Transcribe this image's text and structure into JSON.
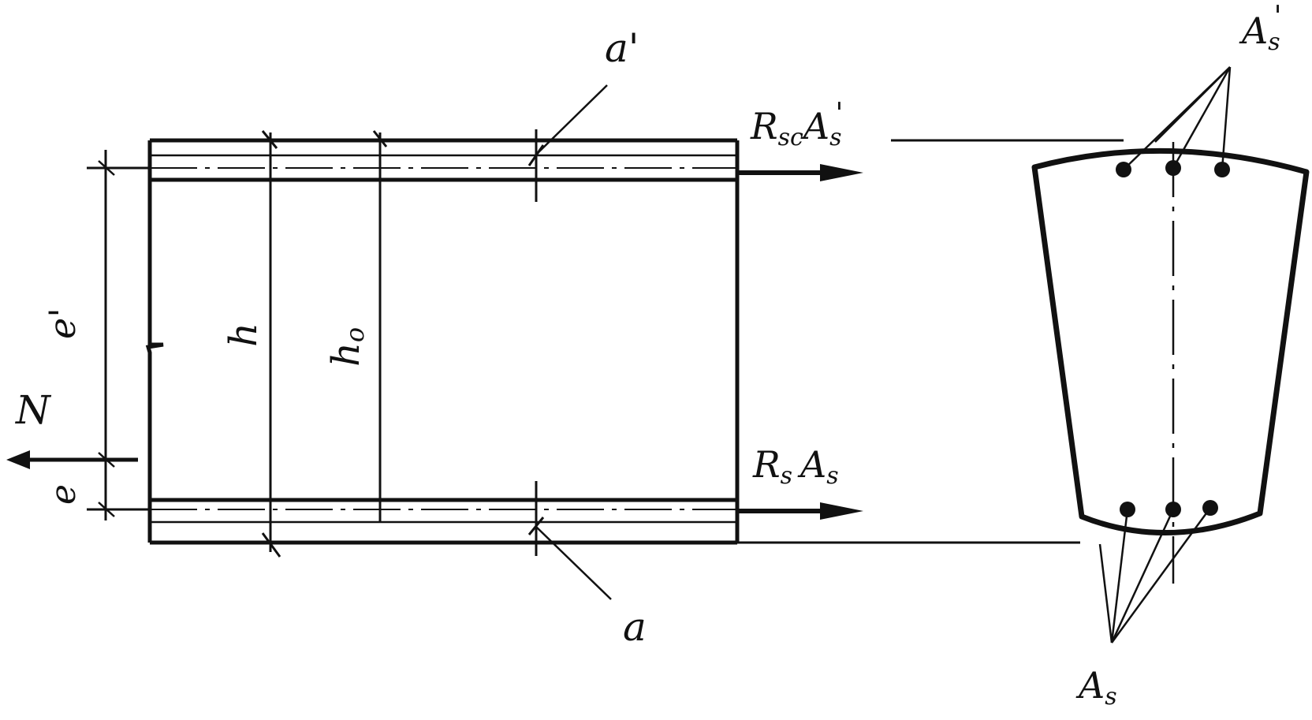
{
  "labels": {
    "a_prime": "a'",
    "a": "a",
    "force_top": "R",
    "force_top_sub": "sc",
    "force_top_area": "A",
    "force_top_area_sub": "s",
    "force_top_prime": "'",
    "force_bottom": "R",
    "force_bottom_sub": "s",
    "force_bottom_area": "A",
    "force_bottom_area_sub": "s",
    "N": "N",
    "e": "e",
    "e_prime": "e'",
    "h": "h",
    "h0": "h",
    "h0_sub": "o",
    "As_prime": "A",
    "As_prime_sub": "s",
    "As_prime_mark": "'",
    "As": "A",
    "As_sub": "s"
  },
  "colors": {
    "ink": "#111111",
    "paper": "#ffffff"
  }
}
